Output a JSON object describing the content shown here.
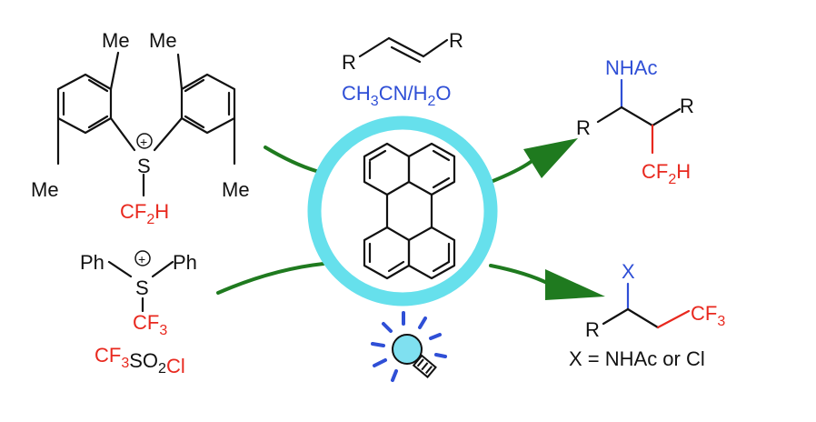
{
  "reagents": {
    "sulfonium_top": {
      "me_a": "Me",
      "me_b": "Me",
      "me_c": "Me",
      "me_d": "Me",
      "s": "S",
      "charge": "+",
      "cf2h": "CF2H"
    },
    "sulfonium_bottom": {
      "ph_left": "Ph",
      "ph_right": "Ph",
      "s": "S",
      "charge": "+",
      "cf3": "CF3"
    },
    "sulfonyl": {
      "cf3": "CF3",
      "so2": "SO2",
      "cl": "Cl"
    }
  },
  "conditions": {
    "alkene_r_left": "R",
    "alkene_r_right": "R",
    "solvent_a": "CH3CN/H2O"
  },
  "products": {
    "top": {
      "nhac": "NHAc",
      "r_left": "R",
      "r_right": "R",
      "cf2h": "CF2H"
    },
    "bottom": {
      "x": "X",
      "r": "R",
      "cf3": "CF3",
      "caption": "X = NHAc or Cl"
    }
  },
  "colors": {
    "red": "#e8281e",
    "blue": "#2f4fd6",
    "arrow_green": "#1f7a1f",
    "ring_cyan": "#66e0ec",
    "bulb": "#7fe0f0"
  },
  "icons": [
    "light-bulb-icon",
    "perylene-catalyst"
  ]
}
